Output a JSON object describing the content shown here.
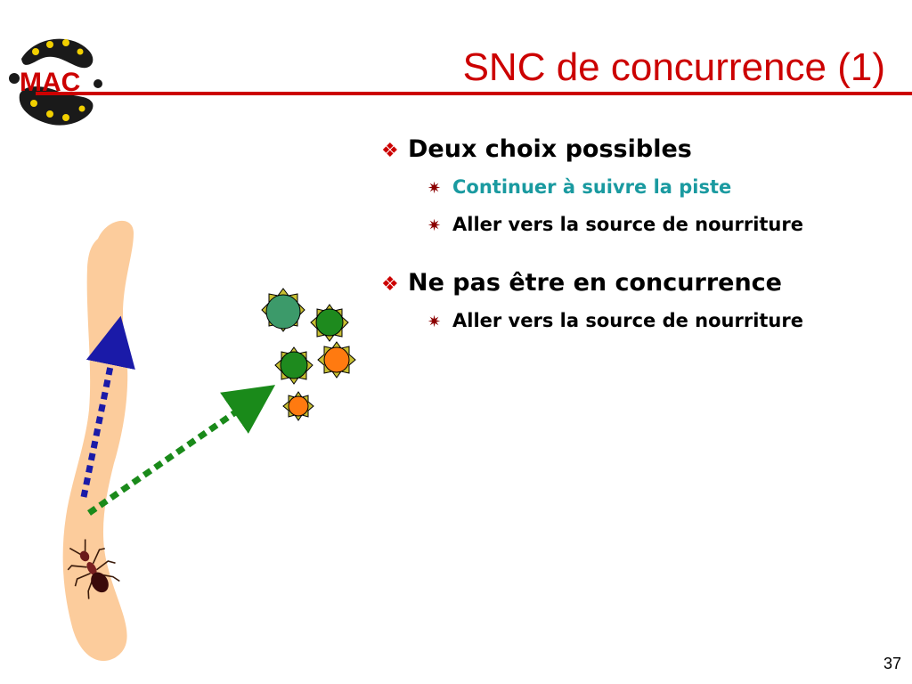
{
  "slide": {
    "title": "SNC de concurrence (1)",
    "page_number": "37",
    "logo_text": "MAC",
    "bullets": [
      {
        "text": "Deux choix possibles",
        "sub": [
          "Continuer à suivre la piste",
          "Aller vers la source de nourriture"
        ]
      },
      {
        "text": "Ne pas être en concurrence",
        "sub": [
          "Aller vers la source de nourriture"
        ]
      }
    ]
  },
  "colors": {
    "title": "#cc0000",
    "trail": "#fccc9c",
    "arrow_trail": "#1a1aa8",
    "arrow_food": "#1a8a1a",
    "food_green": "#1e8a1e",
    "food_teal_green": "#3c9a6a",
    "food_orange": "#ff7a10",
    "sub_teal": "#1a9aa0"
  },
  "icons": {
    "level1_bullet": "diamond-bullet-icon",
    "level2_bullet": "asterisk-bullet-icon",
    "ant": "ant-icon",
    "logo": "salamander-logo-icon"
  }
}
